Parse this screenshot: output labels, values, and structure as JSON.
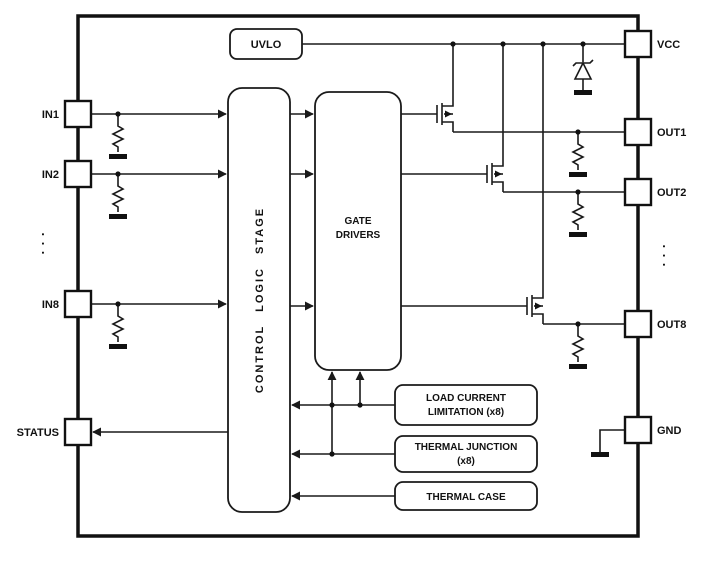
{
  "diagram": {
    "pins_left": {
      "in1": "IN1",
      "in2": "IN2",
      "in8": "IN8",
      "status": "STATUS"
    },
    "pins_right": {
      "vcc": "VCC",
      "out1": "OUT1",
      "out2": "OUT2",
      "out8": "OUT8",
      "gnd": "GND"
    },
    "ellipsis": ". . .",
    "blocks": {
      "uvlo": "UVLO",
      "control_logic": "CONTROL LOGIC STAGE",
      "gate_drivers": [
        "GATE",
        "DRIVERS"
      ],
      "load_current_limitation": [
        "LOAD CURRENT",
        "LIMITATION (x8)"
      ],
      "thermal_junction": [
        "THERMAL JUNCTION",
        "(x8)"
      ],
      "thermal_case": "THERMAL CASE"
    },
    "colors": {
      "line": "#1a1a1a",
      "background": "#ffffff"
    }
  }
}
